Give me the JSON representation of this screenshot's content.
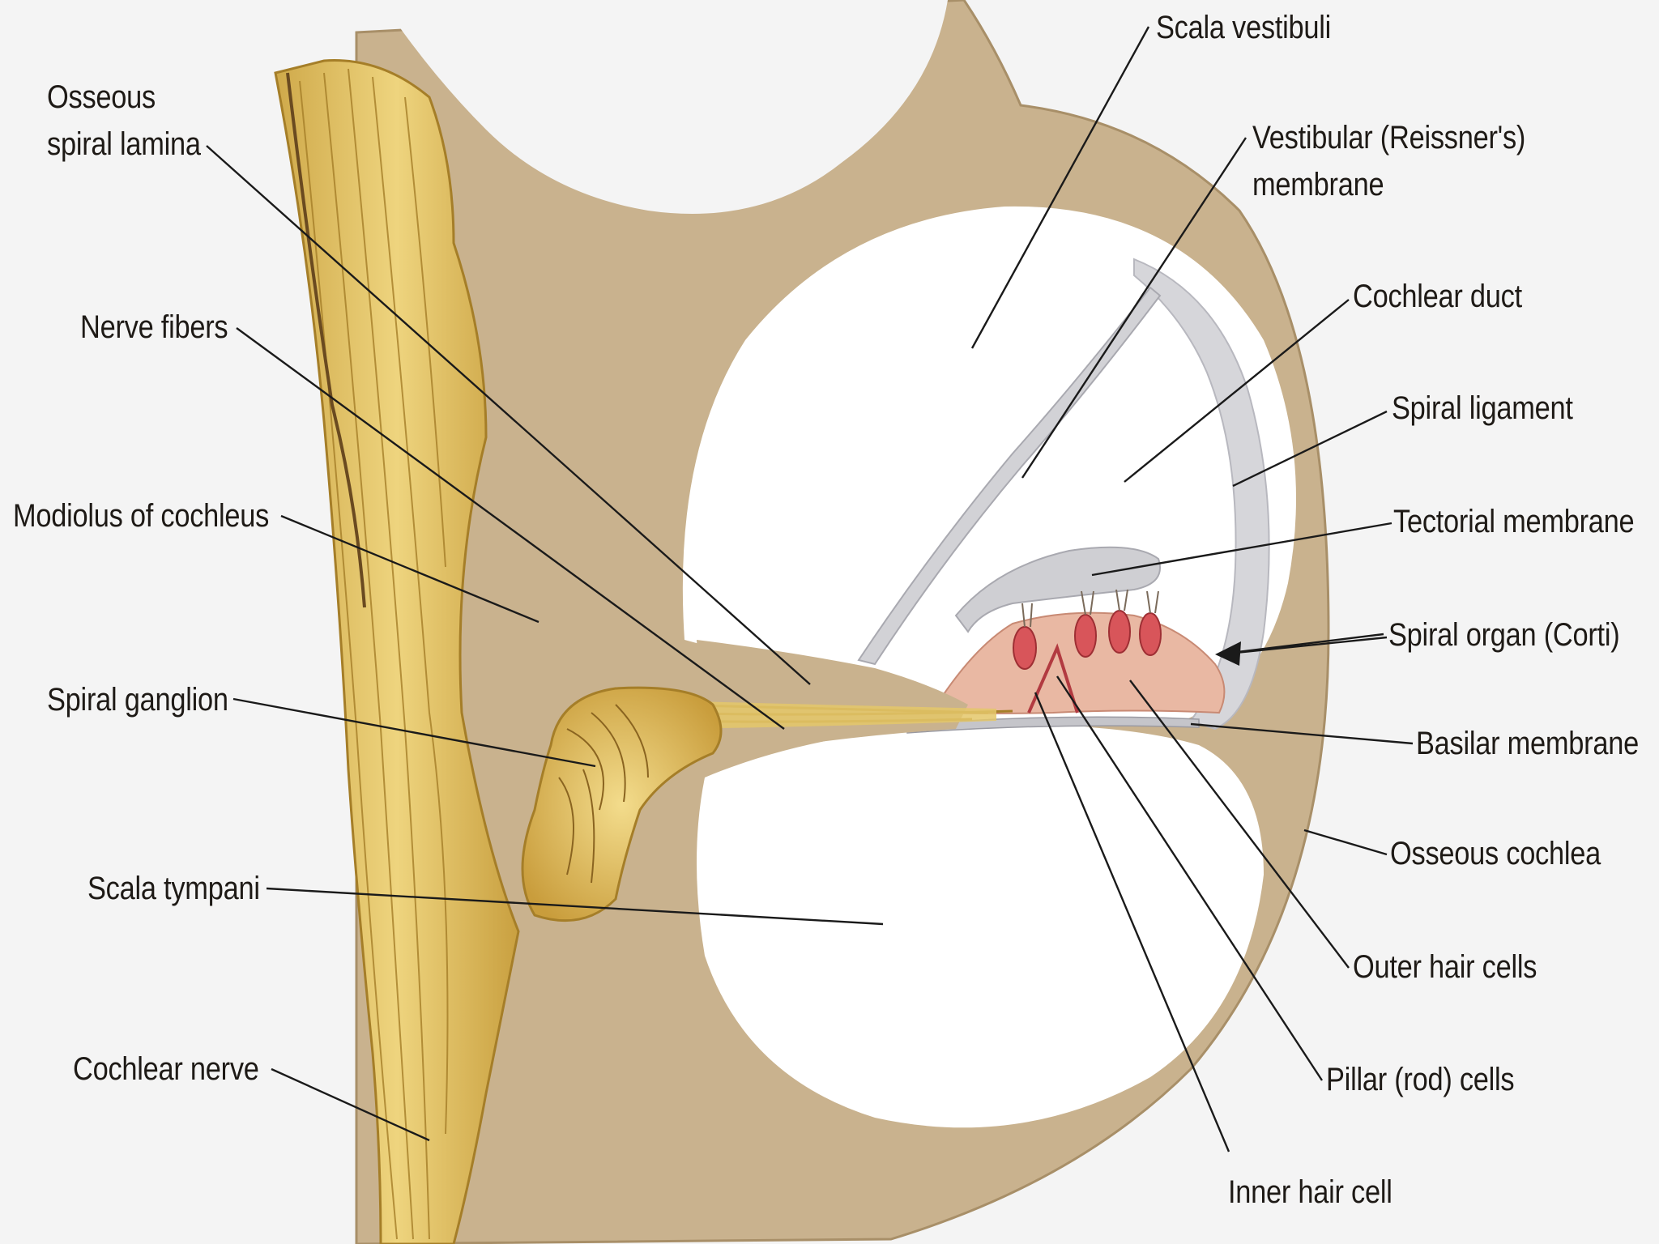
{
  "labels": {
    "scala_vestibuli": "Scala vestibuli",
    "osseous_spiral_lamina_line1": "Osseous",
    "osseous_spiral_lamina_line2": "spiral lamina",
    "vestibular_membrane_line1": "Vestibular (Reissner's)",
    "vestibular_membrane_line2": "membrane",
    "cochlear_duct": "Cochlear duct",
    "nerve_fibers": "Nerve fibers",
    "spiral_ligament": "Spiral ligament",
    "modiolus": "Modiolus of cochleus",
    "tectorial_membrane": "Tectorial membrane",
    "spiral_organ": "Spiral organ (Corti)",
    "spiral_ganglion": "Spiral ganglion",
    "basilar_membrane": "Basilar membrane",
    "osseous_cochlea": "Osseous cochlea",
    "scala_tympani": "Scala tympani",
    "outer_hair_cells": "Outer hair cells",
    "pillar_cells": "Pillar (rod) cells",
    "cochlear_nerve": "Cochlear nerve",
    "inner_hair_cell": "Inner hair cell"
  },
  "colors": {
    "background": "#f4f4f4",
    "bone": "#c9b28e",
    "bone_edge": "#a88f68",
    "cavity": "#ffffff",
    "nerve": "#e4c76a",
    "nerve_dark": "#a57e28",
    "membrane": "#d2d2d6",
    "hair_cells": "#d8555a",
    "leader": "#1a1a1a"
  }
}
